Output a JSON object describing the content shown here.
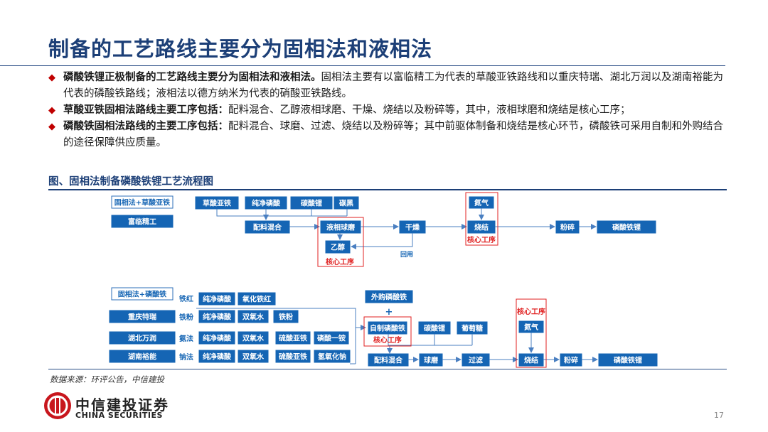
{
  "title": "制备的工艺路线主要分为固相法和液相法",
  "bullets": [
    {
      "bold": "磷酸铁锂正极制备的工艺路线主要分为固相法和液相法。",
      "text": "固相法主要有以富临精工为代表的草酸亚铁路线和以重庆特瑞、湖北万润以及湖南裕能为代表的磷酸铁路线；液相法以德方纳米为代表的硝酸亚铁路线。"
    },
    {
      "bold": "草酸亚铁固相法路线主要工序包括：",
      "text": "配料混合、乙醇液相球磨、干燥、烧结以及粉碎等，其中，液相球磨和烧结是核心工序；"
    },
    {
      "bold": "磷酸铁固相法路线的主要工序包括：",
      "text": "配料混合、球磨、过滤、烧结以及粉碎等；其中前驱体制备和烧结是核心环节，磷酸铁可采用自制和外购结合的途径保障供应质量。"
    }
  ],
  "figure_title": "图、固相法制备磷酸铁锂工艺流程图",
  "flow": {
    "top": {
      "route_label": "固相法+草酸亚铁",
      "company": "富临精工",
      "materials": [
        "草酸亚铁",
        "纯净磷酸",
        "碳酸锂",
        "碳黑"
      ],
      "steps": [
        "配料混合",
        "液相球磨",
        "干燥",
        "烧结",
        "粉碎",
        "磷酸铁锂"
      ],
      "ethanol": "乙醇",
      "nitrogen": "氮气",
      "recycle": "回用",
      "core_label": "核心工序"
    },
    "bottom": {
      "route_label": "固相法+磷酸铁",
      "companies": [
        {
          "name": "重庆特瑞",
          "method": "铁粉",
          "materials": [
            "纯净磷酸",
            "双氧水",
            "铁粉"
          ]
        },
        {
          "name": "湖北万润",
          "method": "氨法",
          "materials": [
            "纯净磷酸",
            "双氧水",
            "硫酸亚铁",
            "磷酸一铵"
          ]
        },
        {
          "name": "湖南裕能",
          "method": "钠法",
          "materials": [
            "纯净磷酸",
            "双氧水",
            "硫酸亚铁",
            "氢氧化钠"
          ]
        }
      ],
      "iron_red": {
        "method": "铁红",
        "materials": [
          "纯净磷酸",
          "氧化铁红"
        ]
      },
      "purchased": "外购磷酸铁",
      "plus": "+",
      "selfmade": "自制磷酸铁",
      "lithium": "碳酸锂",
      "glucose": "葡萄糖",
      "nitrogen": "氮气",
      "steps": [
        "配料混合",
        "球磨",
        "过滤",
        "烧结",
        "粉碎",
        "磷酸铁锂"
      ],
      "core_label": "核心工序"
    }
  },
  "source": "数据来源：环评公告，中信建投",
  "logo": {
    "cn": "中信建投证券",
    "en": "CHINA SECURITIES"
  },
  "page_number": "17",
  "colors": {
    "title": "#1c3f77",
    "box": "#1565b4",
    "label_box_border": "#2e6fb8",
    "red": "#e02020",
    "line": "#4a7fc1"
  }
}
